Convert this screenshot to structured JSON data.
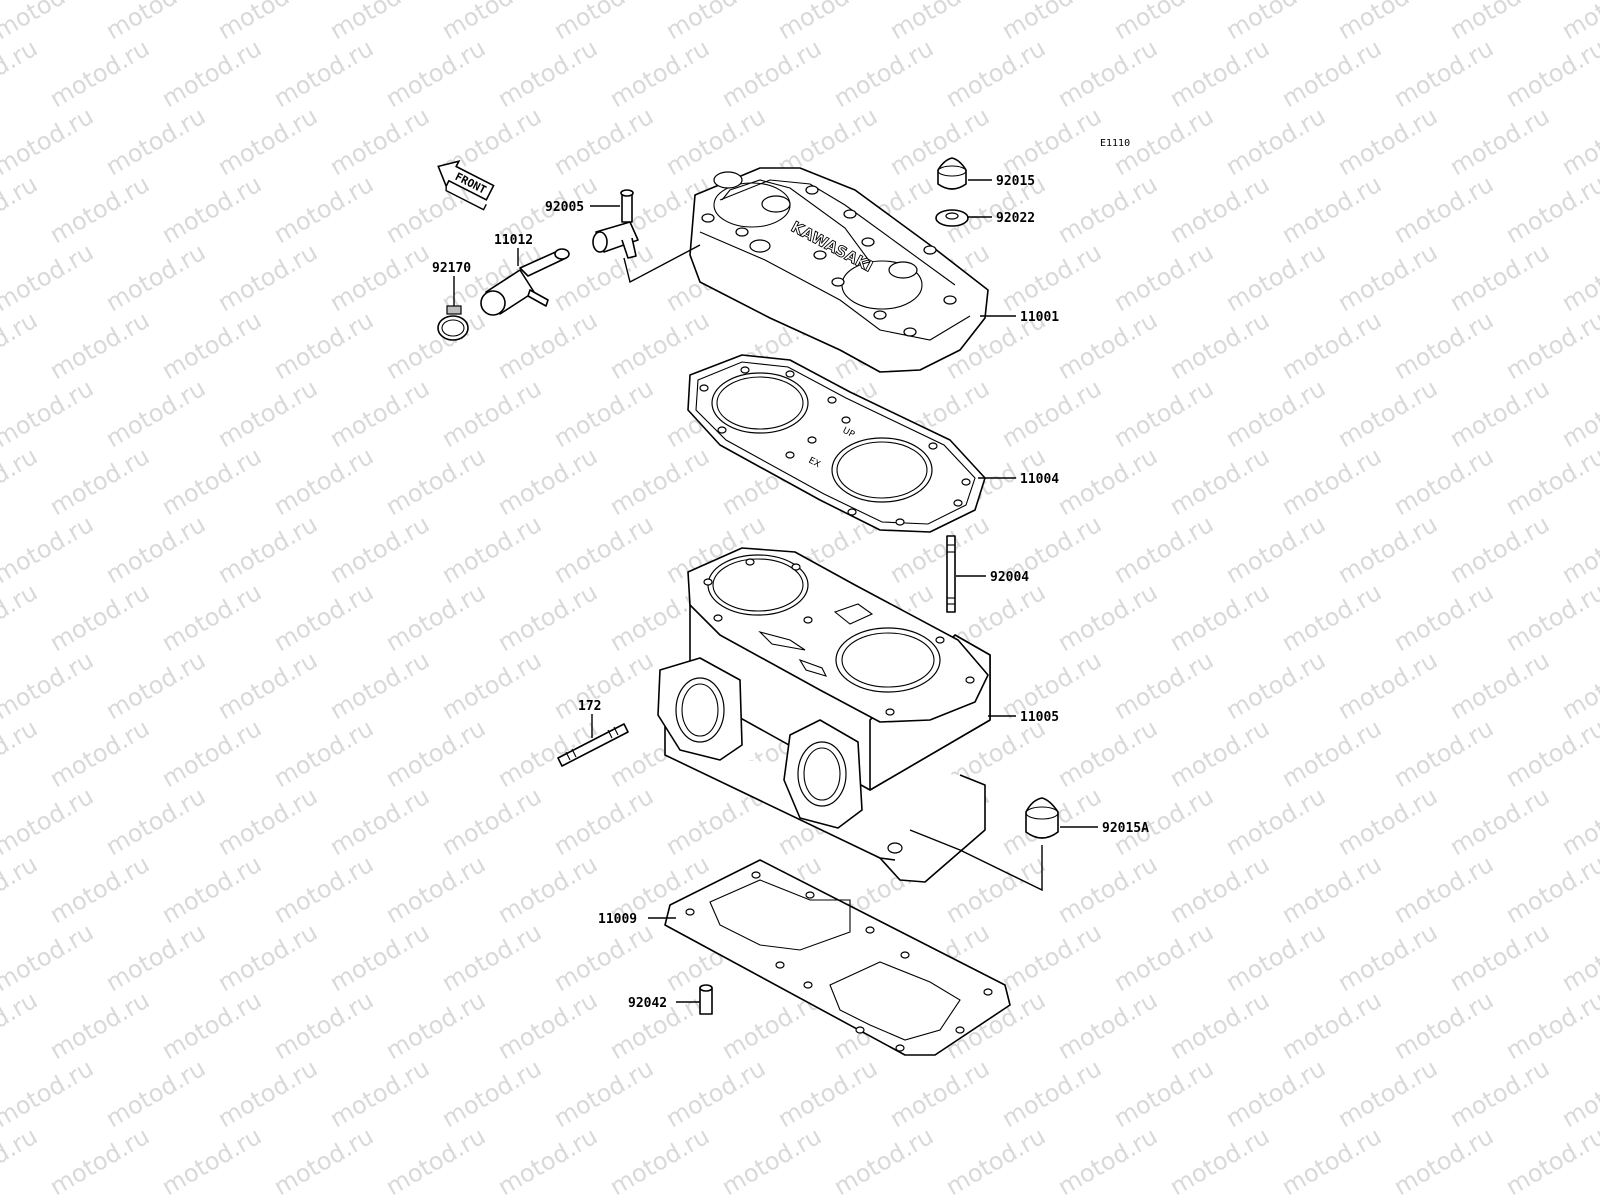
{
  "reference_code": "E1110",
  "watermark_text": "motod.ru",
  "front_arrow_label": "FRONT",
  "head_brand_text": "KAWASAKI",
  "gasket_marks": {
    "up": "UP",
    "ex": "EX"
  },
  "parts": [
    {
      "id": "p92015",
      "number": "92015"
    },
    {
      "id": "p92022",
      "number": "92022"
    },
    {
      "id": "p92005",
      "number": "92005"
    },
    {
      "id": "p11012",
      "number": "11012"
    },
    {
      "id": "p92170",
      "number": "92170"
    },
    {
      "id": "p11001",
      "number": "11001"
    },
    {
      "id": "p11004",
      "number": "11004"
    },
    {
      "id": "p92004",
      "number": "92004"
    },
    {
      "id": "p172",
      "number": "172"
    },
    {
      "id": "p11005",
      "number": "11005"
    },
    {
      "id": "p92015A",
      "number": "92015A"
    },
    {
      "id": "p11009",
      "number": "11009"
    },
    {
      "id": "p92042",
      "number": "92042"
    }
  ]
}
